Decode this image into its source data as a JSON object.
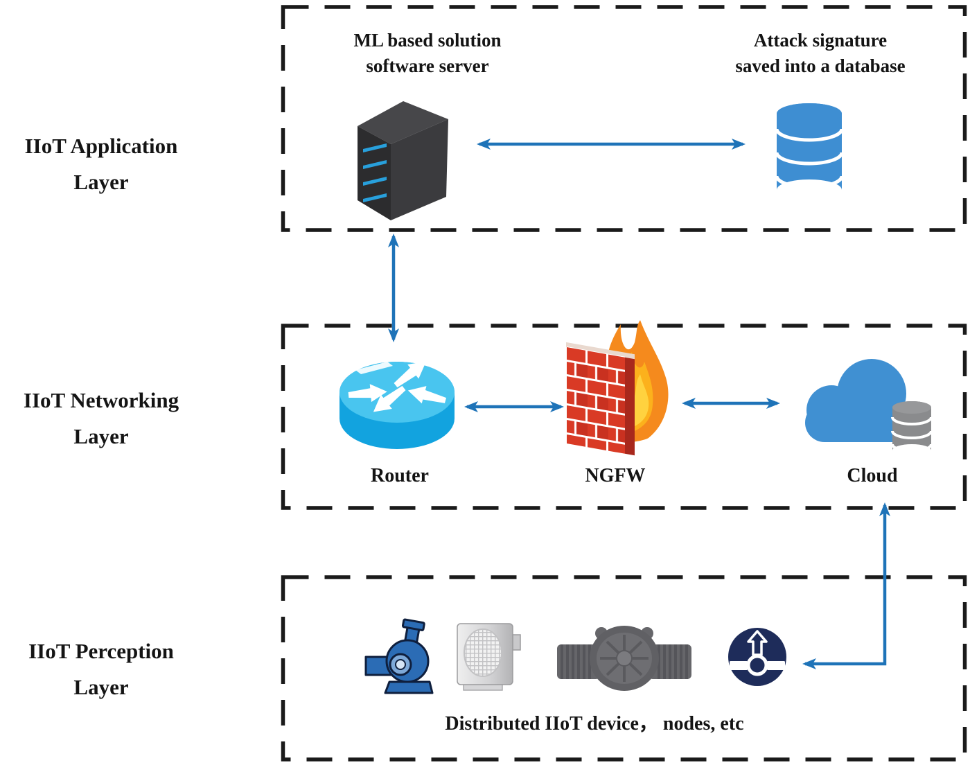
{
  "figure": {
    "type": "iiot-three-layer-security-architecture-diagram"
  },
  "colors": {
    "connector_blue": "#1e73b8",
    "box_border": "#1a1a1a",
    "text": "#141414",
    "database_blue": "#3e8ed2",
    "router_cyan": "#49c5ef",
    "cloud_blue": "#4090d2",
    "firewall_brick_red": "#d93a25",
    "flame_orange": "#f58a1d",
    "flame_yellow": "#fcb11c",
    "server_gray": "#3b3b3e",
    "gateway_navy": "#1e2c5a"
  },
  "layers": [
    {
      "id": "application",
      "label_lines": [
        "IIoT Application",
        "Layer"
      ]
    },
    {
      "id": "networking",
      "label_lines": [
        "IIoT Networking",
        "Layer"
      ]
    },
    {
      "id": "perception",
      "label_lines": [
        "IIoT Perception",
        "Layer"
      ]
    }
  ],
  "application_layer": {
    "server_label_lines": [
      "ML based solution",
      "software server"
    ],
    "database_label_lines": [
      "Attack signature",
      "saved into a database"
    ]
  },
  "networking_layer": {
    "router_label": "Router",
    "firewall_label": "NGFW",
    "cloud_label": "Cloud"
  },
  "perception_layer": {
    "caption": "Distributed IIoT device， nodes, etc"
  },
  "icons": {
    "server": "server-tower-icon",
    "database": "database-cylinder-icon",
    "router": "router-icon",
    "firewall": "firewall-flame-icon",
    "cloud": "cloud-with-database-icon",
    "pump": "pump-icon",
    "filter": "filter-box-icon",
    "valve": "pipe-valve-icon",
    "gateway": "gateway-node-icon"
  },
  "connections": [
    {
      "from": "ml-server",
      "to": "attack-database",
      "type": "bidirectional"
    },
    {
      "from": "ml-server",
      "to": "router",
      "type": "bidirectional"
    },
    {
      "from": "router",
      "to": "ngfw",
      "type": "bidirectional"
    },
    {
      "from": "ngfw",
      "to": "cloud",
      "type": "bidirectional"
    },
    {
      "from": "gateway-device",
      "to": "cloud",
      "type": "one-way-up"
    }
  ]
}
